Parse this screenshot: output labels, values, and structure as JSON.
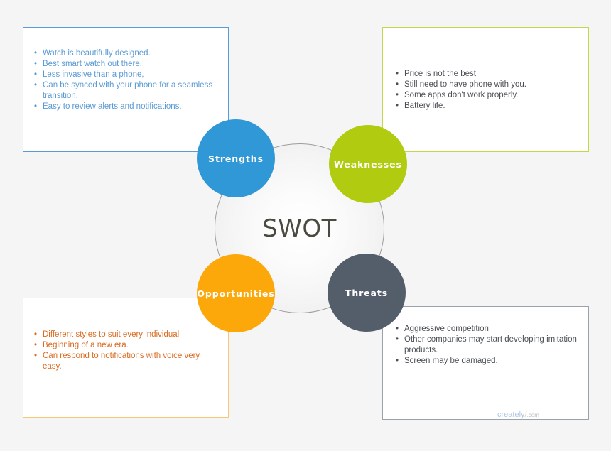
{
  "diagram": {
    "center_label": "SWOT",
    "background_color": "#f5f5f5"
  },
  "quadrants": [
    {
      "key": "strengths",
      "label": "Strengths",
      "circle_color": "#3098d6",
      "box_border_color": "#5b9bd5",
      "text_color": "#5b9bd5",
      "items": [
        "Watch is beautifully designed.",
        "Best smart watch out there.",
        "Less invasive than a phone,",
        "Can be synced with your phone for a seamless transition.",
        "Easy to review alerts and notifications."
      ]
    },
    {
      "key": "weaknesses",
      "label": "Weaknesses",
      "circle_color": "#b0cb10",
      "box_border_color": "#c4d64a",
      "text_color": "#4a4f55",
      "items": [
        "Price is not the best",
        "Still need to have phone with you.",
        "Some apps don't work properly.",
        "Battery life."
      ]
    },
    {
      "key": "opportunities",
      "label": "Opportunities",
      "circle_color": "#fca80b",
      "box_border_color": "#f7c873",
      "text_color": "#d96a1f",
      "items": [
        "Different styles to suit every individual",
        "Beginning of a new era.",
        "Can respond to notifications with voice very easy."
      ]
    },
    {
      "key": "threats",
      "label": "Threats",
      "circle_color": "#545e6b",
      "box_border_color": "#9aa2ab",
      "text_color": "#4a4f55",
      "items": [
        "Aggressive competition",
        "Other companies may start developing imitation products.",
        "Screen may be damaged."
      ]
    }
  ],
  "watermark": {
    "text": "creately",
    "suffix": ".com"
  }
}
